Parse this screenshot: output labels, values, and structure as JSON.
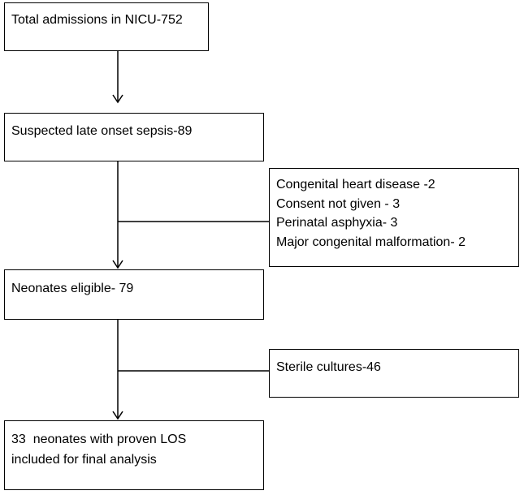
{
  "flow": {
    "total": "Total admissions in NICU-752",
    "suspected": "Suspected late onset sepsis-89",
    "exclusions": [
      "Congenital heart disease -2",
      "Consent not given - 3",
      "Perinatal asphyxia- 3",
      "Major congenital malformation- 2"
    ],
    "eligible": "Neonates eligible- 79",
    "sterile": "Sterile cultures-46",
    "final_line1": "33  neonates with proven LOS",
    "final_line2": "included for final analysis"
  }
}
